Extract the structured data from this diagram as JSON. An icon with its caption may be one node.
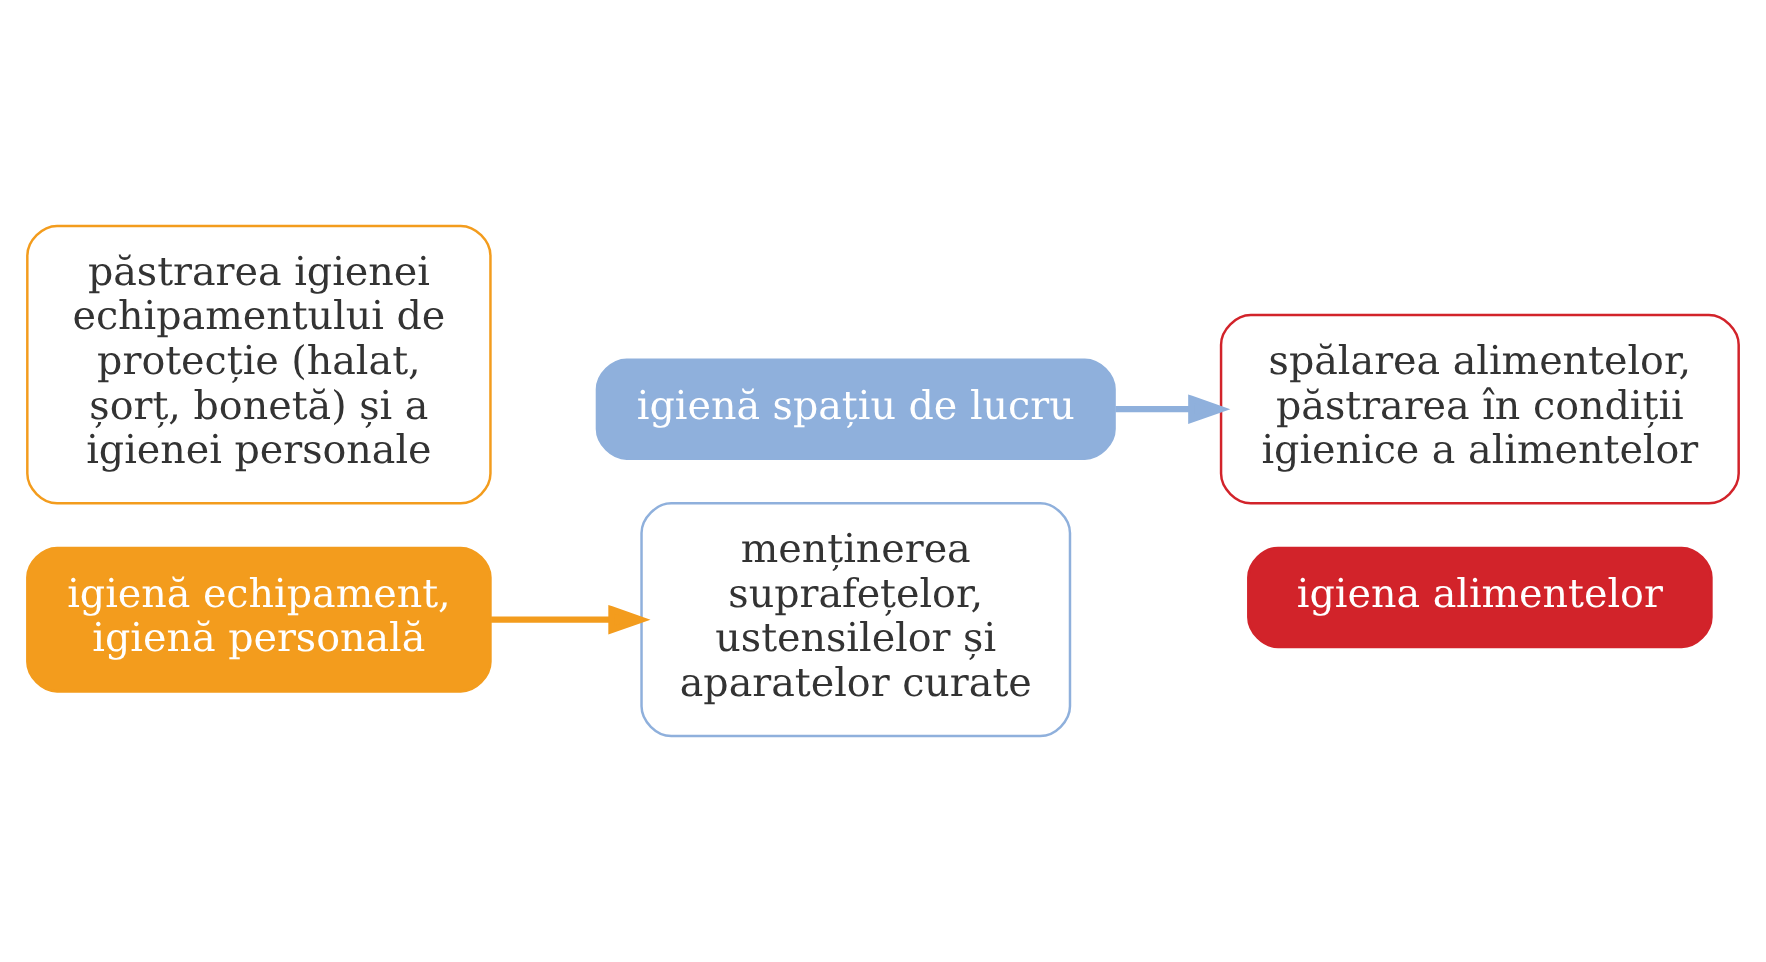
{
  "diagram": {
    "nodes": [
      {
        "text": [
          "păstrarea igienei echipamentului de protecție (halat, șorț, bonetă) și a igienei personale"
        ]
      },
      {
        "text": [
          "igienă echipament, igienă personală"
        ]
      },
      {
        "text": [
          "igienă spațiu de lucru"
        ]
      },
      {
        "text": [
          "menținerea suprafețelor, ustensilelor și aparatelor curate"
        ]
      },
      {
        "text": [
          "spălarea alimentelor, păstrarea în condiții igienice a alimentelor"
        ]
      },
      {
        "text": [
          "igiena alimentelor"
        ]
      }
    ],
    "edges": [
      {
        "from": 1,
        "to": 3,
        "arrow": "to",
        "color": "#f39c1d"
      },
      {
        "from": 2,
        "to": 4,
        "arrow": "to",
        "color": "#8fb0dc"
      }
    ]
  }
}
